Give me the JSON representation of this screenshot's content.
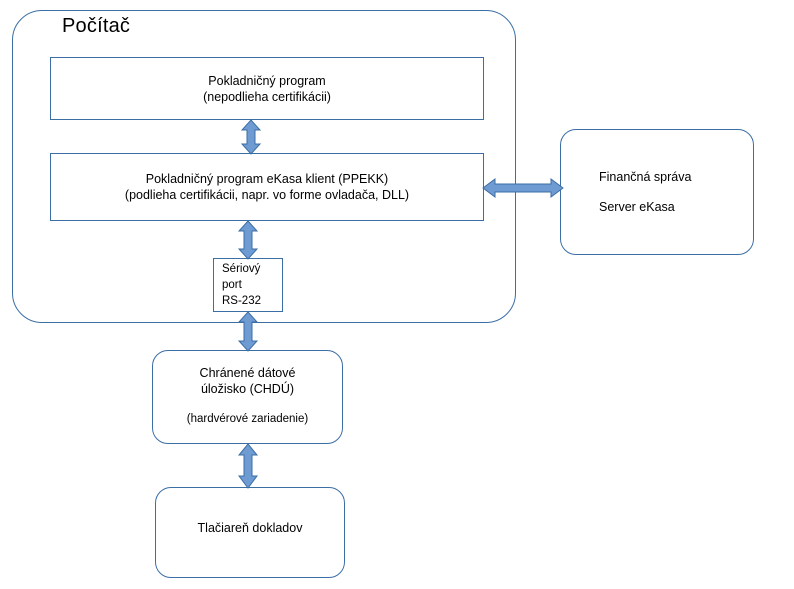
{
  "diagram": {
    "title": "Počítač",
    "boxes": {
      "pos_program": {
        "line1": "Pokladničný program",
        "line2": "(nepodlieha certifikácii)"
      },
      "ppekk": {
        "line1": "Pokladničný program eKasa klient (PPEKK)",
        "line2": "(podlieha certifikácii, napr. vo forme ovladača, DLL)"
      },
      "serial_port": {
        "line1": "Sériový",
        "line2": "port",
        "line3": "RS-232"
      },
      "finance": {
        "line1": "Finančná správa",
        "line2": "Server eKasa"
      },
      "chdu": {
        "line1": "Chránené dátové",
        "line2": "úložisko (CHDÚ)",
        "line3": "(hardvérové zariadenie)"
      },
      "printer": {
        "line1": "Tlačiareň dokladov"
      }
    },
    "connectors": [
      {
        "name": "pos-to-ppekk",
        "direction": "vertical-bidirectional"
      },
      {
        "name": "ppekk-to-serial-port",
        "direction": "vertical-bidirectional"
      },
      {
        "name": "ppekk-to-finance",
        "direction": "horizontal-bidirectional"
      },
      {
        "name": "serial-port-to-chdu",
        "direction": "vertical-bidirectional"
      },
      {
        "name": "chdu-to-printer",
        "direction": "vertical-bidirectional"
      }
    ],
    "colors": {
      "border": "#3b6ea5",
      "arrow_fill": "#6e9bd1",
      "arrow_stroke": "#3b6ea5",
      "background": "#ffffff",
      "text": "#000000"
    }
  }
}
